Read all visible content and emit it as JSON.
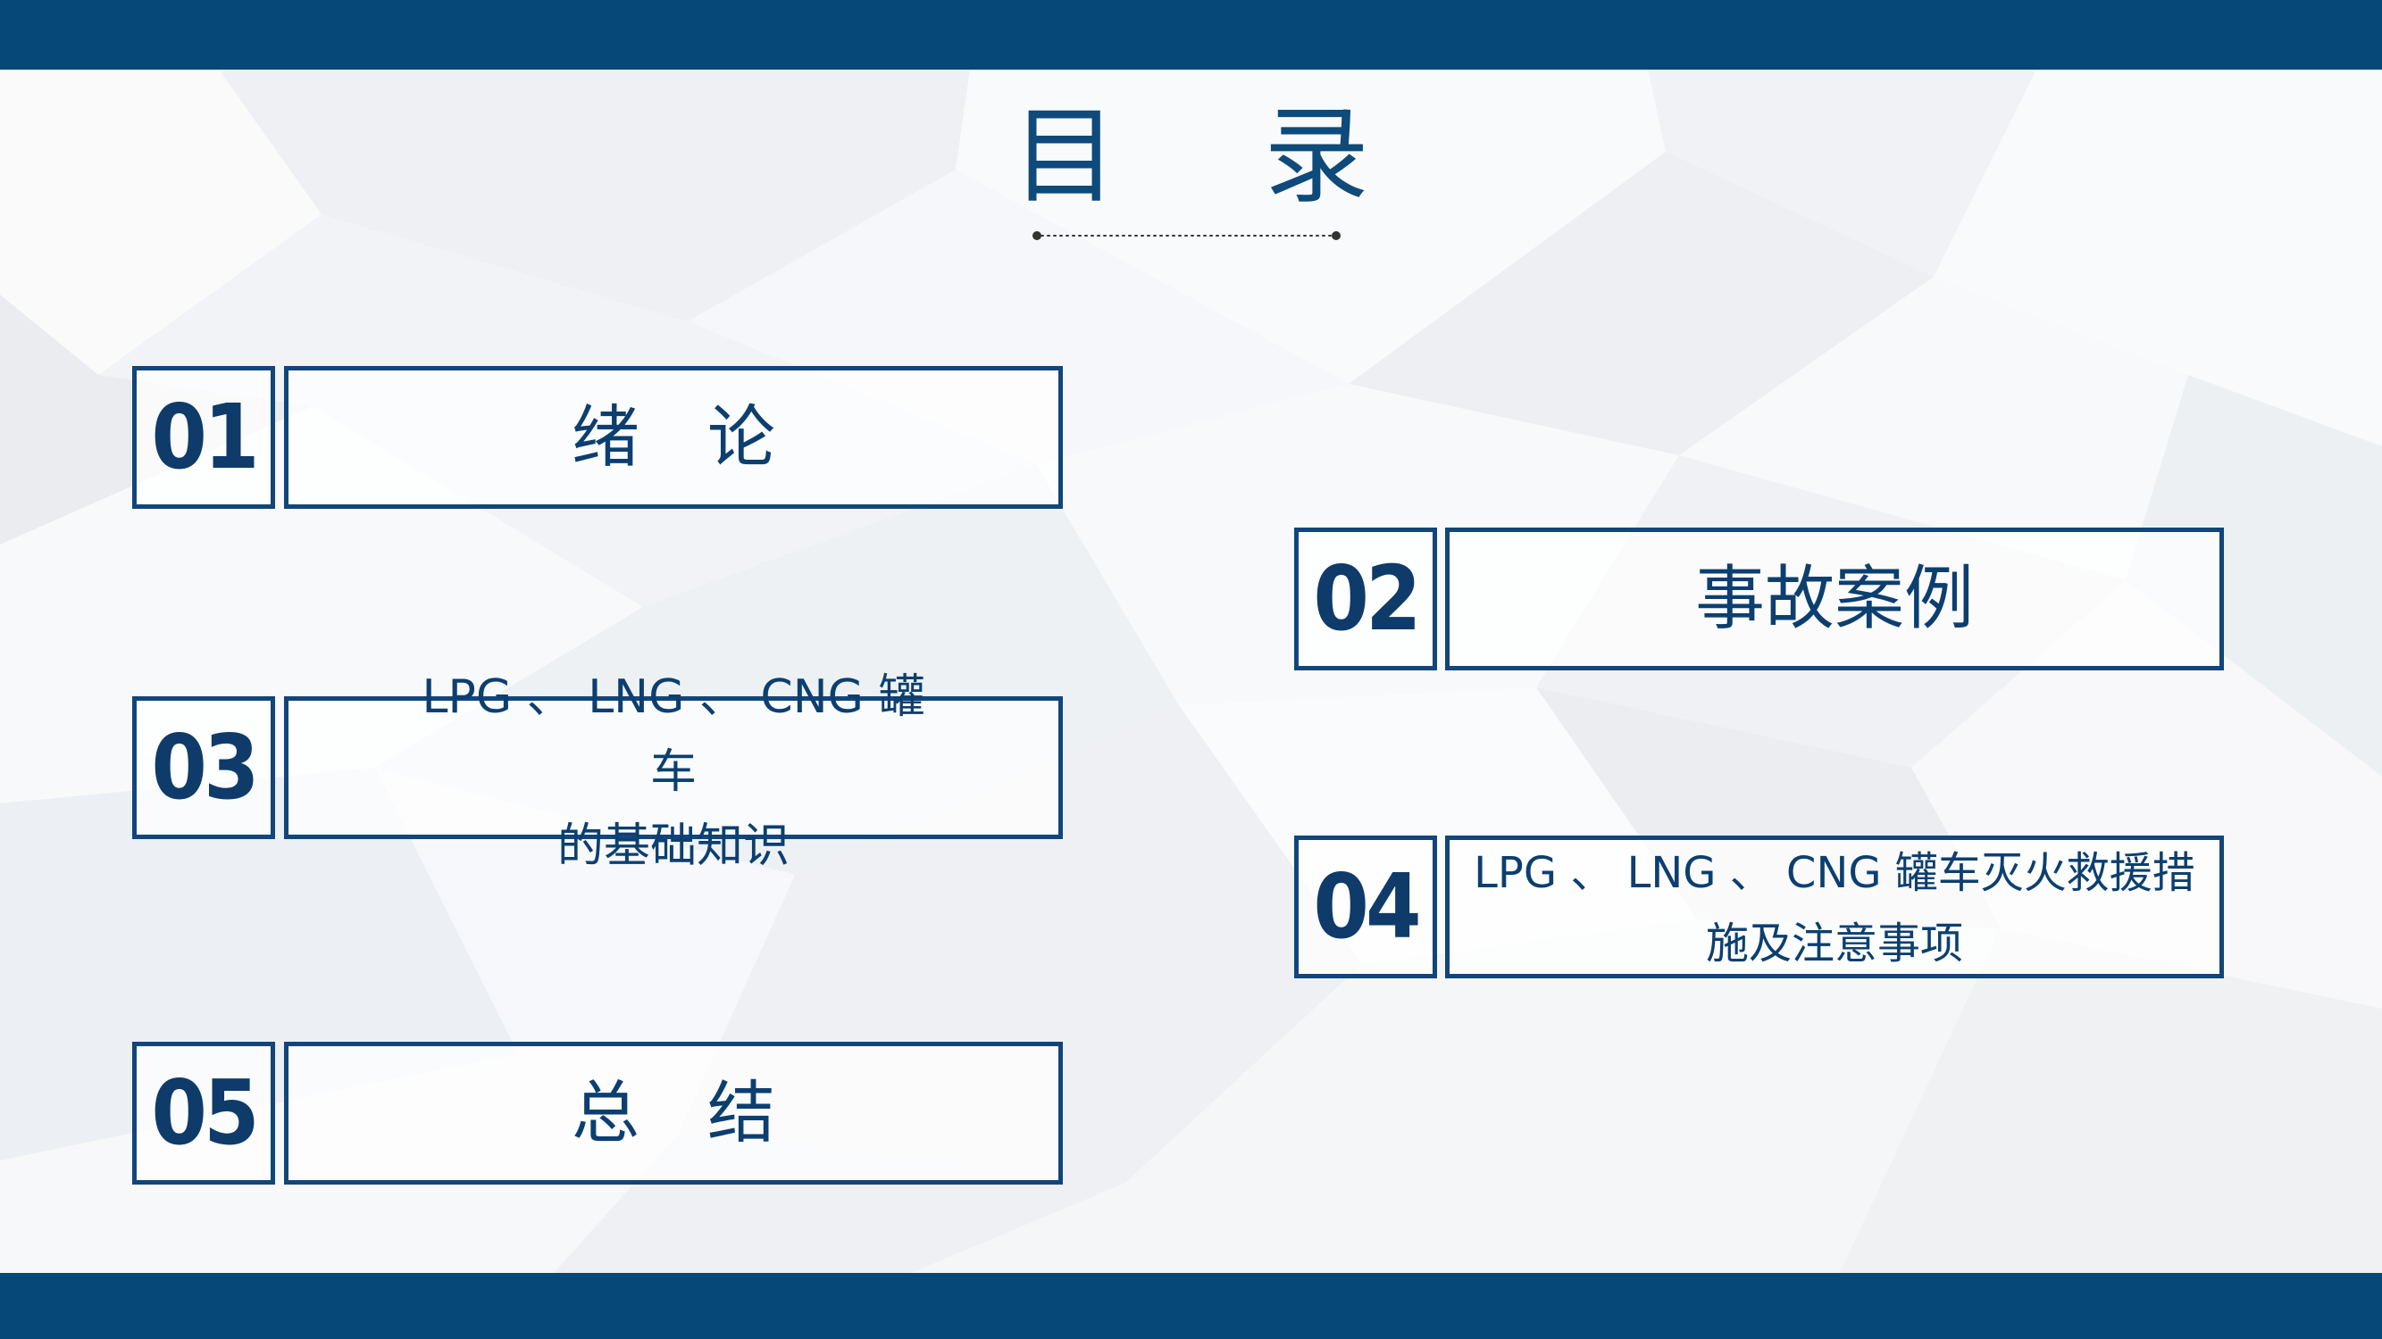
{
  "page": {
    "title_chars": [
      "目",
      "录"
    ]
  },
  "sections": [
    {
      "number": "01",
      "label": "绪　论"
    },
    {
      "number": "02",
      "label": "事故案例"
    },
    {
      "number": "03",
      "label_lines": [
        "LPG 、 LNG 、 CNG 罐",
        "车",
        "的基础知识"
      ]
    },
    {
      "number": "04",
      "label_lines": [
        "LPG 、 LNG 、 CNG 罐车灭火救援措",
        "施及注意事项"
      ]
    },
    {
      "number": "05",
      "label": "总　结"
    }
  ],
  "colors": {
    "navy": "#064877",
    "text_blue": "#0c3f70",
    "border_blue": "#12457a",
    "background": "#f3f4f6"
  }
}
